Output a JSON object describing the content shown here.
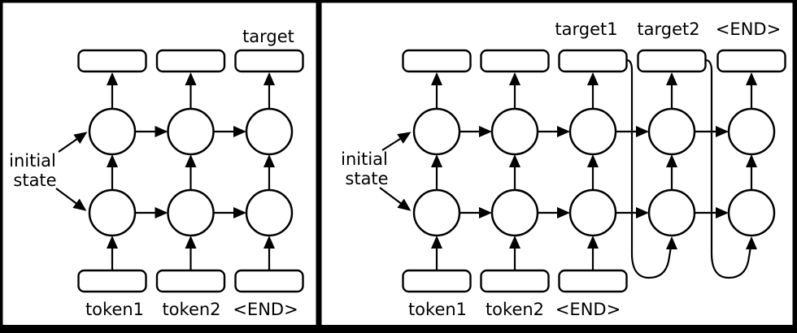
{
  "left_panel": {
    "target_label": "target",
    "token_labels": [
      "token1",
      "token2",
      "<END>"
    ],
    "initial_state_line1": "initial",
    "initial_state_line2": "state"
  },
  "right_panel": {
    "target_labels": [
      "target1",
      "target2",
      "<END>"
    ],
    "token_labels": [
      "token1",
      "token2",
      "<END>"
    ],
    "initial_state_line1": "initial",
    "initial_state_line2": "state"
  },
  "colors": {
    "stroke": "#000000",
    "panel_background": "#ffffff",
    "outer_background": "#000000"
  }
}
